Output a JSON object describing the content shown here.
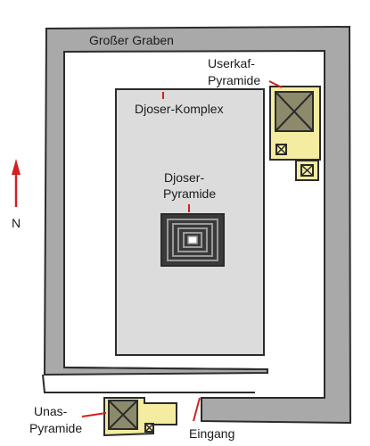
{
  "labels": {
    "graben": "Großer Graben",
    "komplex": "Djoser-Komplex",
    "djoser_line1": "Djoser-",
    "djoser_line2": "Pyramide",
    "userkaf_line1": "Userkaf-",
    "userkaf_line2": "Pyramide",
    "unas_line1": "Unas-",
    "unas_line2": "Pyramide",
    "eingang": "Eingang",
    "north": "N"
  },
  "colors": {
    "moat": "#a9a9a9",
    "complex": "#dcdcdc",
    "outline": "#2b2b2b",
    "pyramid_fill": "#f4eca0",
    "pyramid_inner": "#8c8a6a",
    "leader": "#d32020",
    "arrow": "#d32020"
  }
}
